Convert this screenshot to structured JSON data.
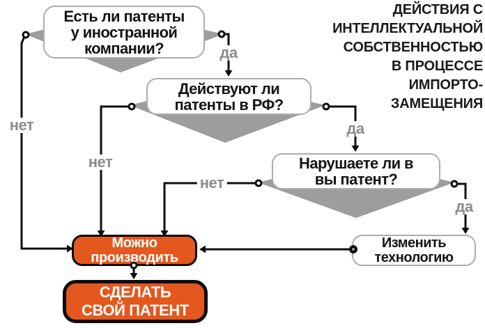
{
  "title": {
    "lines": [
      "ДЕЙСТВИЯ С",
      "ИНТЕЛЛЕКТУАЛЬНОЙ",
      "СОБСТВЕННОСТЬЮ",
      "В ПРОЦЕССЕ",
      "ИМПОРТО-",
      "ЗАМЕЩЕНИЯ"
    ]
  },
  "decisions": {
    "q1": {
      "lines": [
        "Есть ли патенты",
        "у иностранной",
        "компании?"
      ]
    },
    "q2": {
      "lines": [
        "Действуют ли",
        "патенты в РФ?"
      ]
    },
    "q3": {
      "lines": [
        "Нарушаете ли в",
        "вы патент?"
      ]
    }
  },
  "actions": {
    "produce": {
      "lines": [
        "Можно",
        "производить"
      ]
    },
    "own_patent": {
      "lines": [
        "СДЕЛАТЬ",
        "СВОЙ ПАТЕНТ"
      ]
    },
    "change_tech": {
      "lines": [
        "Изменить",
        "технологию"
      ]
    }
  },
  "edge_labels": {
    "yes": "да",
    "no": "нет"
  },
  "colors": {
    "accent_orange": "#E4571E",
    "diamond_gray": "#9D9D9D",
    "box_border_gray": "#ACACAC",
    "edge_label_gray": "#8C8C8C",
    "line_black": "#0D0D0D"
  }
}
